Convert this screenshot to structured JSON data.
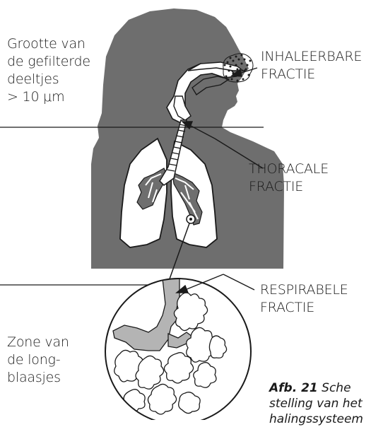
{
  "labels": {
    "particle_size": [
      "Grootte van",
      "de gefilterde",
      "deeltjes",
      "> 10 μm"
    ],
    "inhalable": [
      "INHALEERBARE",
      "FRACTIE"
    ],
    "thoracic": [
      "THORACALE",
      "FRACTIE"
    ],
    "respirable": [
      "RESPIRABELE",
      "FRACTIE"
    ],
    "alveoli_zone": [
      "Zone van",
      "de long-",
      "blaasjes"
    ]
  },
  "caption": {
    "tag": "Afb. 21",
    "text_line1": "Sche",
    "text_line2": "stelling van het",
    "text_line3": "halingssysteem"
  },
  "colors": {
    "body_fill": "#6e6e6e",
    "lung_fill": "#ffffff",
    "airway_fill": "#b4b4b4",
    "outline": "#1a1a1a",
    "background": "#ffffff"
  }
}
